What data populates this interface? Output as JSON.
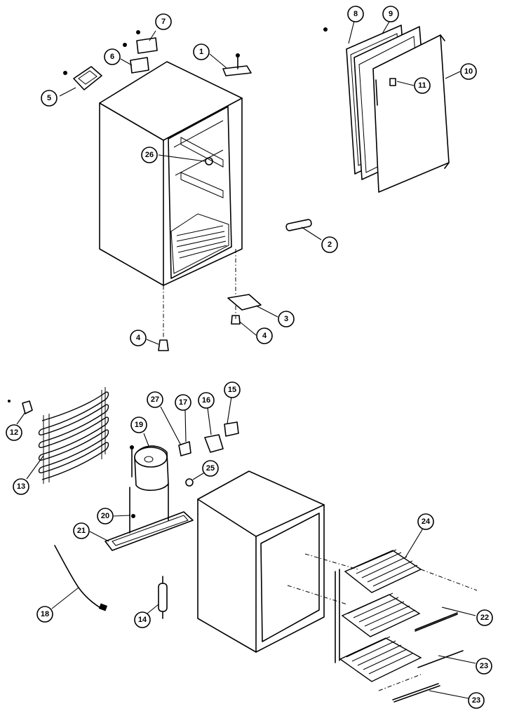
{
  "diagram": {
    "type": "exploded-parts-view",
    "callouts": [
      {
        "id": "c1",
        "label": "1"
      },
      {
        "id": "c2",
        "label": "2"
      },
      {
        "id": "c3",
        "label": "3"
      },
      {
        "id": "c4a",
        "label": "4"
      },
      {
        "id": "c4b",
        "label": "4"
      },
      {
        "id": "c5",
        "label": "5"
      },
      {
        "id": "c6",
        "label": "6"
      },
      {
        "id": "c7",
        "label": "7"
      },
      {
        "id": "c8",
        "label": "8"
      },
      {
        "id": "c9",
        "label": "9"
      },
      {
        "id": "c10",
        "label": "10"
      },
      {
        "id": "c11",
        "label": "11"
      },
      {
        "id": "c12",
        "label": "12"
      },
      {
        "id": "c13",
        "label": "13"
      },
      {
        "id": "c14",
        "label": "14"
      },
      {
        "id": "c15",
        "label": "15"
      },
      {
        "id": "c16",
        "label": "16"
      },
      {
        "id": "c17",
        "label": "17"
      },
      {
        "id": "c18",
        "label": "18"
      },
      {
        "id": "c19",
        "label": "19"
      },
      {
        "id": "c20",
        "label": "20"
      },
      {
        "id": "c21",
        "label": "21"
      },
      {
        "id": "c22",
        "label": "22"
      },
      {
        "id": "c23a",
        "label": "23"
      },
      {
        "id": "c23b",
        "label": "23"
      },
      {
        "id": "c24",
        "label": "24"
      },
      {
        "id": "c25",
        "label": "25"
      },
      {
        "id": "c26",
        "label": "26"
      },
      {
        "id": "c27",
        "label": "27"
      }
    ],
    "colors": {
      "line": "#000000",
      "background": "#ffffff"
    }
  }
}
